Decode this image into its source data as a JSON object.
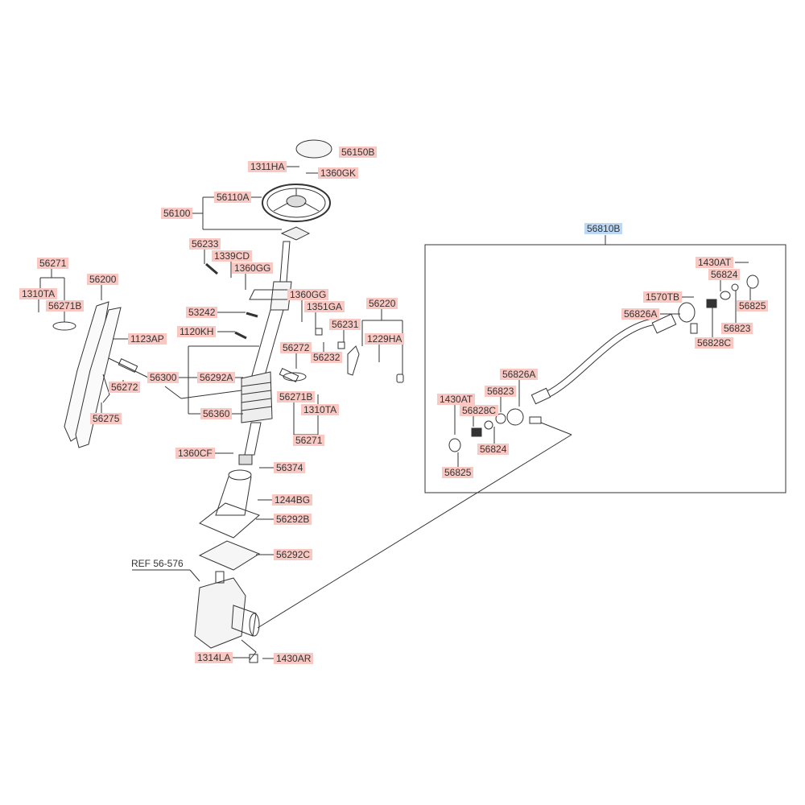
{
  "labels": [
    {
      "text": "56150B"
    },
    {
      "text": "1311HA"
    },
    {
      "text": "1360GK"
    },
    {
      "text": "56110A"
    },
    {
      "text": "56100"
    },
    {
      "text": "56233"
    },
    {
      "text": "1339CD"
    },
    {
      "text": "1360GG"
    },
    {
      "text": "56271"
    },
    {
      "text": "1310TA"
    },
    {
      "text": "56271B"
    },
    {
      "text": "56200"
    },
    {
      "text": "1360GG"
    },
    {
      "text": "1351GA"
    },
    {
      "text": "53242"
    },
    {
      "text": "56220"
    },
    {
      "text": "56231"
    },
    {
      "text": "1120KH"
    },
    {
      "text": "1123AP"
    },
    {
      "text": "1229HA"
    },
    {
      "text": "56272"
    },
    {
      "text": "56232"
    },
    {
      "text": "56300"
    },
    {
      "text": "56292A"
    },
    {
      "text": "56272"
    },
    {
      "text": "56271B"
    },
    {
      "text": "1310TA"
    },
    {
      "text": "56275"
    },
    {
      "text": "56360"
    },
    {
      "text": "56271"
    },
    {
      "text": "1360CF"
    },
    {
      "text": "56374"
    },
    {
      "text": "1244BG"
    },
    {
      "text": "56292B"
    },
    {
      "text": "56292C"
    },
    {
      "text": "REF 56-576"
    },
    {
      "text": "1314LA"
    },
    {
      "text": "1430AR"
    },
    {
      "text": "56810B"
    },
    {
      "text": "1430AT"
    },
    {
      "text": "56824"
    },
    {
      "text": "1570TB"
    },
    {
      "text": "56826A"
    },
    {
      "text": "56825"
    },
    {
      "text": "56823"
    },
    {
      "text": "56828C"
    },
    {
      "text": "56826A"
    },
    {
      "text": "56823"
    },
    {
      "text": "1430AT"
    },
    {
      "text": "56828C"
    },
    {
      "text": "56824"
    },
    {
      "text": "56825"
    }
  ],
  "colors": {
    "highlight": "#f9c8c3",
    "selected": "#bcd8f4",
    "line": "#333333"
  }
}
